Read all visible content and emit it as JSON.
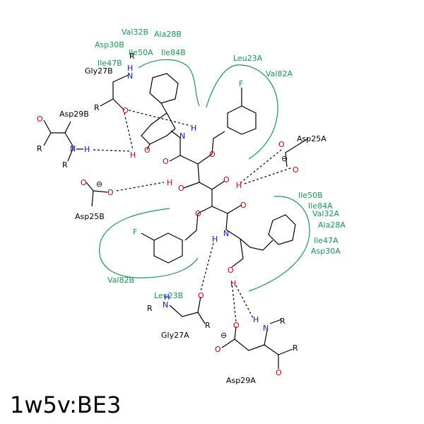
{
  "title": "1w5v:BE3",
  "colors": {
    "hydrophobic": "#1a9850",
    "oxygen": "#cc0000",
    "nitrogen": "#1010cc",
    "bond": "#000000"
  },
  "residues": {
    "gly27b": "Gly27B",
    "asp29b": "Asp29B",
    "asp25b": "Asp25B",
    "asp25a": "Asp25A",
    "gly27a": "Gly27A",
    "asp29a": "Asp29A"
  },
  "hydrophobic": {
    "val32b": "Val32B",
    "ala28b": "Ala28B",
    "asp30b": "Asp30B",
    "ile50a_t": "Ile50A",
    "ile84b": "Ile84B",
    "ile47b": "Ile47B",
    "leu23a": "Leu23A",
    "val82a": "Val82A",
    "ile50b": "Ile50B",
    "ile84a": "Ile84A",
    "val32a": "Val32A",
    "ala28a": "Ala28A",
    "ile47a": "Ile47A",
    "asp30a": "Asp30A",
    "val82b": "Val82B",
    "leu23b": "Leu23B"
  },
  "atoms": {
    "o": "O",
    "n": "N",
    "h": "H",
    "r": "R",
    "f": "F",
    "minus": "⊖"
  }
}
